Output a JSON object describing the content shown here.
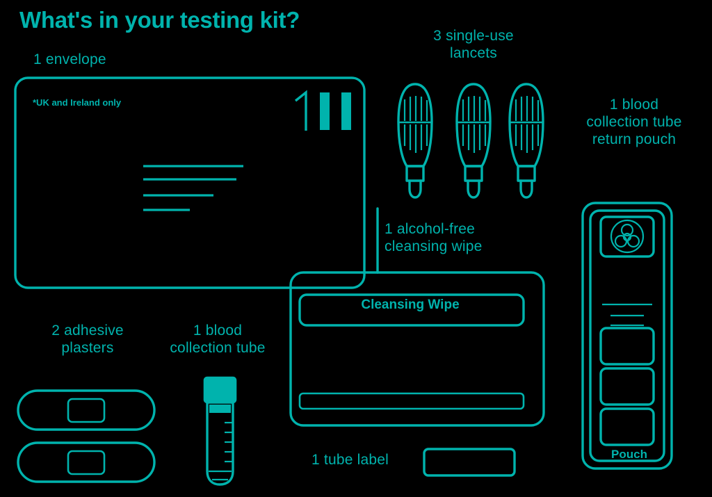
{
  "page": {
    "title": "What's in your testing kit?",
    "accent_color": "#00b3ad",
    "background_color": "#000000"
  },
  "items": [
    {
      "id": "envelope",
      "label": "1 envelope",
      "icon": "envelope-icon",
      "inner_text": "*UK and Ireland only",
      "stamp_value": "1"
    },
    {
      "id": "lancets",
      "label": "3 single-use\nlancets",
      "icon": "lancet-icon",
      "count": 3
    },
    {
      "id": "return-pouch",
      "label": "1 blood\ncollection tube\nreturn pouch",
      "icon": "biohazard-pouch-icon",
      "inner_text": "Pouch"
    },
    {
      "id": "cleansing-wipe",
      "label": "1 alcohol-free\ncleansing wipe",
      "icon": "wipe-packet-icon",
      "inner_text": "Cleansing Wipe"
    },
    {
      "id": "adhesive-plasters",
      "label": "2 adhesive\nplasters",
      "icon": "plaster-icon",
      "count": 2
    },
    {
      "id": "blood-collection-tube",
      "label": "1 blood\ncollection tube",
      "icon": "test-tube-icon"
    },
    {
      "id": "tube-label",
      "label": "1 tube label",
      "icon": "label-sticker-icon"
    }
  ]
}
